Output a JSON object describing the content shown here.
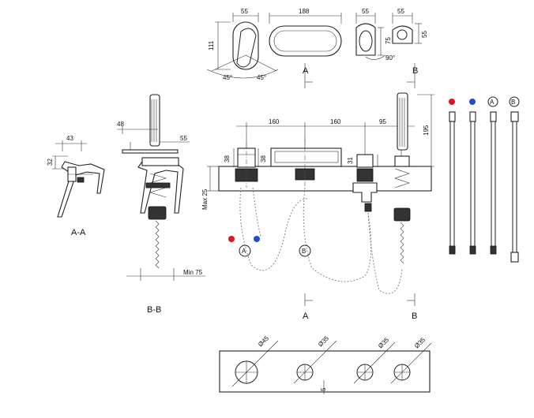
{
  "dimensions": {
    "top_55_a": "55",
    "top_188": "188",
    "top_55_b": "55",
    "top_55_c": "55",
    "top_111": "111",
    "top_75": "75",
    "top_55_d": "55",
    "angle_45_a": "45°",
    "angle_45_b": "45°",
    "angle_90": "90°",
    "aa_43": "43",
    "aa_32": "32",
    "bb_48": "48",
    "bb_55": "55",
    "bb_min75": "Min 75",
    "front_160_a": "160",
    "front_160_b": "160",
    "front_95": "95",
    "front_195": "195",
    "front_38_a": "38",
    "front_38_b": "38",
    "front_31": "31",
    "front_max25": "Max 25",
    "dia_45": "Ø45",
    "dia_35_a": "Ø35",
    "dia_35_b": "Ø35",
    "dia_35_c": "Ø35",
    "bottom_5": "5"
  },
  "labels": {
    "section_aa": "A-A",
    "section_bb": "B-B",
    "top_a": "A",
    "top_b": "B",
    "front_a": "A",
    "front_b": "B",
    "circle_a": "A",
    "circle_b": "B",
    "hose_a": "A",
    "hose_b": "B"
  },
  "colors": {
    "hot": "#e0141e",
    "cold": "#1a4fd6",
    "line": "#222222"
  }
}
